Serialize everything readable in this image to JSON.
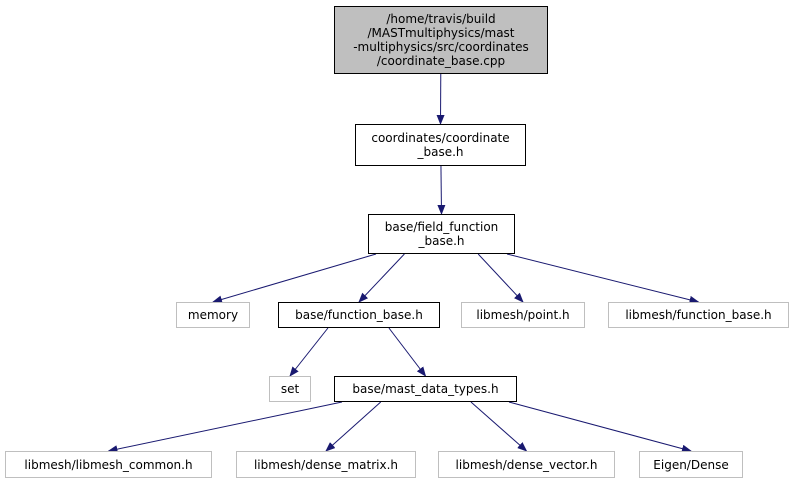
{
  "graph": {
    "nodes": {
      "root": {
        "label": "/home/travis/build\n/MASTmultiphysics/mast\n-multiphysics/src/coordinates\n/coordinate_base.cpp"
      },
      "coordinate_base_h": {
        "label": "coordinates/coordinate\n_base.h"
      },
      "field_function_base_h": {
        "label": "base/field_function\n_base.h"
      },
      "memory": {
        "label": "memory"
      },
      "function_base_h": {
        "label": "base/function_base.h"
      },
      "libmesh_point_h": {
        "label": "libmesh/point.h"
      },
      "libmesh_function_base_h": {
        "label": "libmesh/function_base.h"
      },
      "set": {
        "label": "set"
      },
      "mast_data_types_h": {
        "label": "base/mast_data_types.h"
      },
      "libmesh_common_h": {
        "label": "libmesh/libmesh_common.h"
      },
      "dense_matrix_h": {
        "label": "libmesh/dense_matrix.h"
      },
      "dense_vector_h": {
        "label": "libmesh/dense_vector.h"
      },
      "eigen_dense": {
        "label": "Eigen/Dense"
      }
    },
    "edges": [
      [
        "root",
        "coordinate_base_h"
      ],
      [
        "coordinate_base_h",
        "field_function_base_h"
      ],
      [
        "field_function_base_h",
        "memory"
      ],
      [
        "field_function_base_h",
        "function_base_h"
      ],
      [
        "field_function_base_h",
        "libmesh_point_h"
      ],
      [
        "field_function_base_h",
        "libmesh_function_base_h"
      ],
      [
        "function_base_h",
        "set"
      ],
      [
        "function_base_h",
        "mast_data_types_h"
      ],
      [
        "mast_data_types_h",
        "libmesh_common_h"
      ],
      [
        "mast_data_types_h",
        "dense_matrix_h"
      ],
      [
        "mast_data_types_h",
        "dense_vector_h"
      ],
      [
        "mast_data_types_h",
        "eigen_dense"
      ]
    ],
    "colors": {
      "edge": "#191970",
      "node_border": "#000000",
      "external_border": "#bfbfbf",
      "root_fill": "#bfbfbf"
    }
  }
}
